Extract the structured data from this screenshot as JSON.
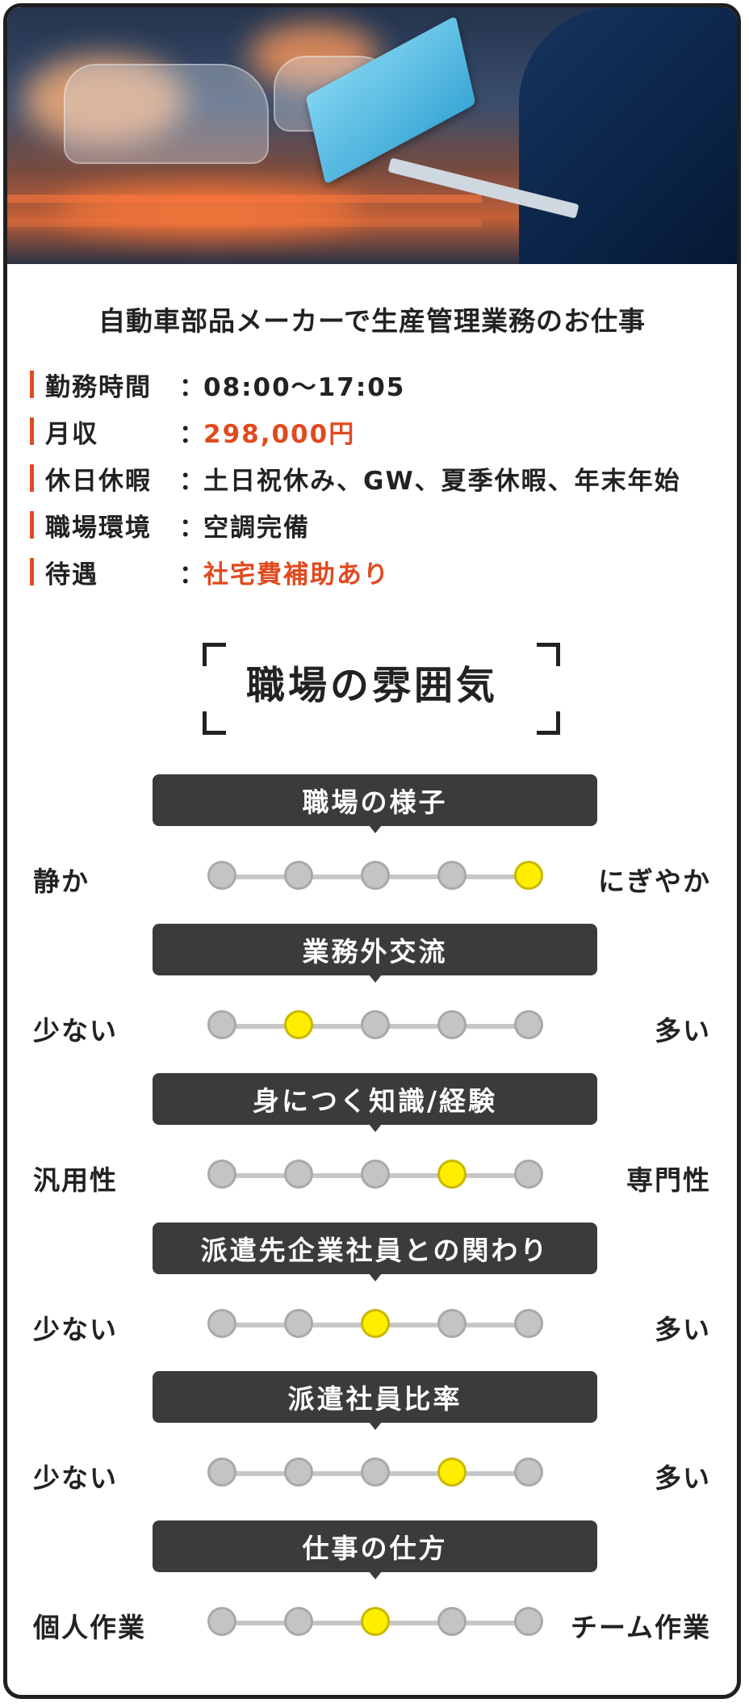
{
  "job": {
    "title": "自動車部品メーカーで生産管理業務のお仕事",
    "rows": [
      {
        "label": "勤務時間",
        "colon": "：",
        "value": "08:00～17:05",
        "accent": false
      },
      {
        "label": "月収",
        "colon": "：",
        "value": "298,000円",
        "accent": true
      },
      {
        "label": "休日休暇",
        "colon": "：",
        "value": "土日祝休み、GW、夏季休暇、年末年始",
        "accent": false
      },
      {
        "label": "職場環境",
        "colon": "：",
        "value": "空調完備",
        "accent": false
      },
      {
        "label": "待遇",
        "colon": "：",
        "value": "社宅費補助あり",
        "accent": true
      }
    ]
  },
  "atmosphere": {
    "title": "職場の雰囲気",
    "scales": [
      {
        "heading": "職場の様子",
        "left": "静か",
        "right": "にぎやか",
        "selected": 5
      },
      {
        "heading": "業務外交流",
        "left": "少ない",
        "right": "多い",
        "selected": 2
      },
      {
        "heading": "身につく知識/経験",
        "left": "汎用性",
        "right": "専門性",
        "selected": 4
      },
      {
        "heading": "派遣先企業社員との関わり",
        "left": "少ない",
        "right": "多い",
        "selected": 3
      },
      {
        "heading": "派遣社員比率",
        "left": "少ない",
        "right": "多い",
        "selected": 4
      },
      {
        "heading": "仕事の仕方",
        "left": "個人作業",
        "right": "チーム作業",
        "selected": 3
      }
    ],
    "steps": 5
  },
  "colors": {
    "accent": "#e04a1f",
    "selected_dot": "#ffee00",
    "unselected_dot": "#c4c4c4",
    "pill": "#3b3b3b"
  }
}
